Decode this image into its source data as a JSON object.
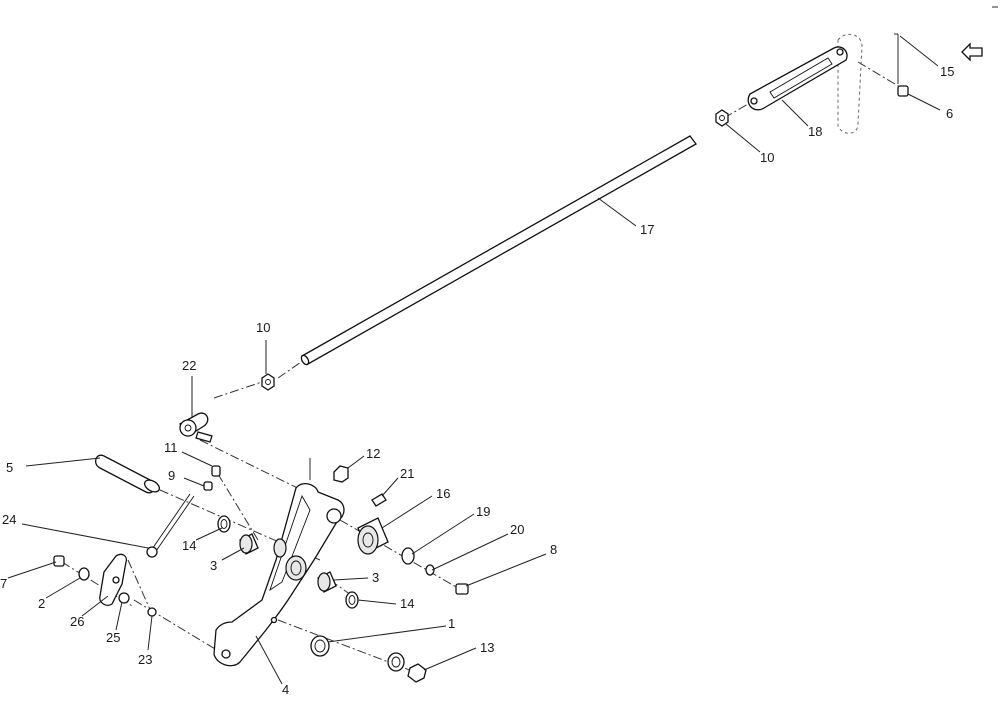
{
  "callouts": {
    "c15": "15",
    "c6": "6",
    "c18": "18",
    "c10a": "10",
    "c17": "17",
    "c10b": "10",
    "c22": "22",
    "c5": "5",
    "c11": "11",
    "c9": "9",
    "c12": "12",
    "c21": "21",
    "c16": "16",
    "c19": "19",
    "c20": "20",
    "c8": "8",
    "c24": "24",
    "c14a": "14",
    "c3a": "3",
    "c3b": "3",
    "c14b": "14",
    "c7": "7",
    "c2": "2",
    "c26": "26",
    "c25": "25",
    "c23": "23",
    "c1": "1",
    "c13": "13",
    "c4": "4"
  },
  "icons": {
    "direction": "front-direction-arrow-icon"
  }
}
